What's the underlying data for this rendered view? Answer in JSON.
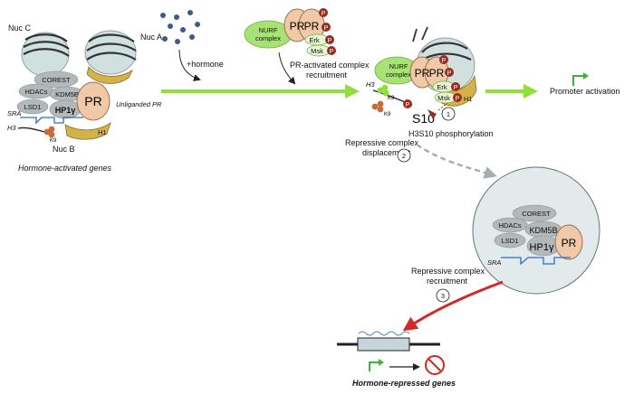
{
  "labels": {
    "nuc_c": "Nuc C",
    "nuc_a": "Nuc A",
    "nuc_b": "Nuc B",
    "corest": "COREST",
    "hdacs": "HDACs",
    "kdm5b": "KDM5B",
    "lsd1": "LSD1",
    "hp1": "HP1γ",
    "pr": "PR",
    "sra": "SRA",
    "h3": "H3",
    "k9": "K9",
    "h1": "H1",
    "unliganded_pr": "Unliganded PR",
    "hormone_activated_genes": "Hormone-activated genes",
    "plus_hormone": "+hormone",
    "nurf_complex_line1": "NURF",
    "nurf_complex_line2": "complex",
    "erk": "Erk",
    "msk": "Msk",
    "p": "P",
    "pr_activated_line1": "PR-activated complex",
    "pr_activated_line2": "recruitment",
    "s10": "S10",
    "promoter_activation": "Promoter activation",
    "step1": "1",
    "h3s10_phosphorylation": "H3S10 phosphorylation",
    "repressive_displacement_line1": "Repressive complex",
    "repressive_displacement_line2": "displacement",
    "step2": "2",
    "repressive_recruitment_line1": "Repressive complex",
    "repressive_recruitment_line2": "recruitment",
    "step3": "3",
    "hormone_repressed_genes": "Hormone-repressed genes"
  },
  "colors": {
    "green_arrow": "#8fe03a",
    "red_arrow": "#d62828",
    "dashed_arrow": "#a6aeb0",
    "nucleosome": "#cfe0de",
    "repressor": "#b3b8bb",
    "pr_fill": "#f0c9a8",
    "nurf": "#a8e276",
    "phospho": "#9b2a1f",
    "h1": "#d4b24a",
    "hormone_dot": "#3d5a8c",
    "sra": "#2f6fbf",
    "tss_arrow": "#3fb23f"
  }
}
